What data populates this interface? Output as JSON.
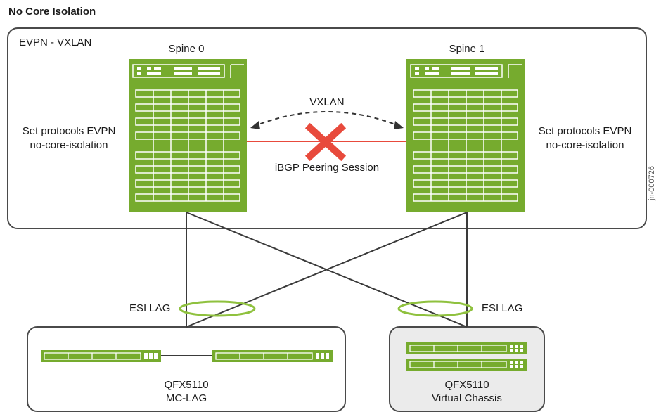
{
  "title": "No Core Isolation",
  "domain_box_label": "EVPN - VXLAN",
  "spines": [
    {
      "name": "Spine 0",
      "note_line1": "Set protocols EVPN",
      "note_line2": "no-core-isolation"
    },
    {
      "name": "Spine 1",
      "note_line1": "Set protocols EVPN",
      "note_line2": "no-core-isolation"
    }
  ],
  "vxlan_label": "VXLAN",
  "ibgp_label": "iBGP Peering Session",
  "esi_lag_left": "ESI LAG",
  "esi_lag_right": "ESI LAG",
  "groups": [
    {
      "line1": "QFX5110",
      "line2": "MC-LAG"
    },
    {
      "line1": "QFX5110",
      "line2": "Virtual Chassis"
    }
  ],
  "figure_id": "jn-000726",
  "colors": {
    "device_green": "#76ab2e",
    "link_red": "#e84a3c",
    "x_red": "#e84a3c",
    "esi_ring": "#8fc13e",
    "vc_box_fill": "#ebebeb"
  }
}
